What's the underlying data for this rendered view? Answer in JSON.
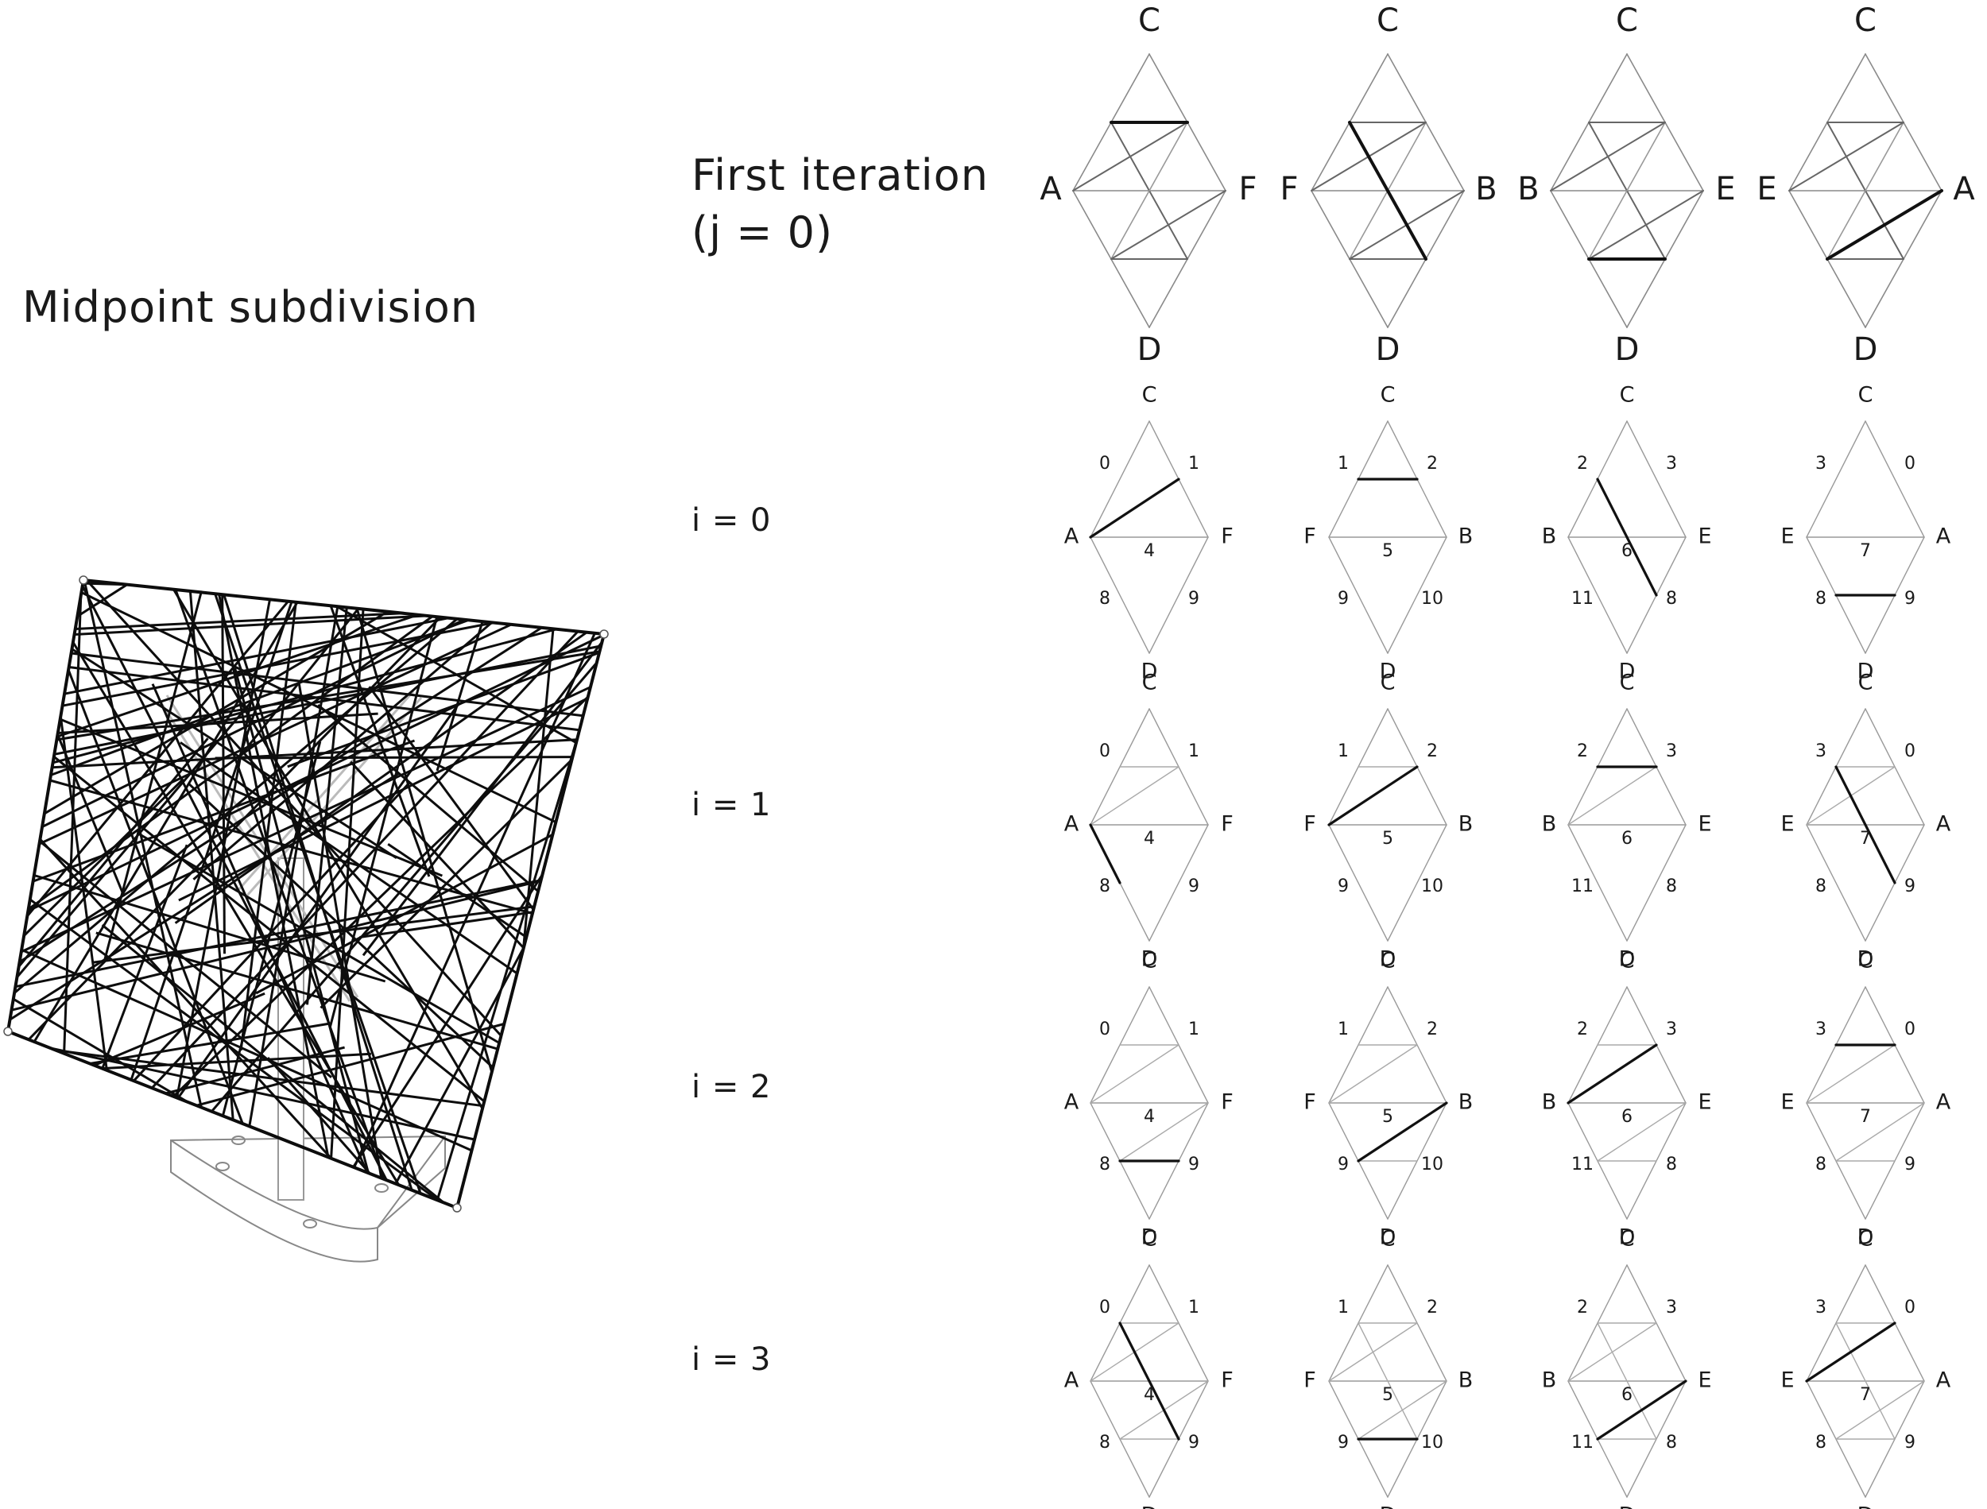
{
  "title": "Midpoint subdivision",
  "first_iteration": {
    "line1": "First iteration",
    "line2": "(j = 0)",
    "rhombi": [
      {
        "top": "C",
        "left": "A",
        "right": "F",
        "bottom": "D"
      },
      {
        "top": "C",
        "left": "F",
        "right": "B",
        "bottom": "D"
      },
      {
        "top": "C",
        "left": "B",
        "right": "E",
        "bottom": "D"
      },
      {
        "top": "C",
        "left": "E",
        "right": "A",
        "bottom": "D"
      }
    ]
  },
  "rows": [
    {
      "label": "i = 0"
    },
    {
      "label": "i = 1"
    },
    {
      "label": "i = 2"
    },
    {
      "label": "i = 3"
    }
  ],
  "small_rhombi": [
    {
      "top": "C",
      "left": "A",
      "right": "F",
      "bottom": "D",
      "tl": "0",
      "tr": "1",
      "center": "4",
      "bl": "8",
      "br": "9"
    },
    {
      "top": "C",
      "left": "F",
      "right": "B",
      "bottom": "D",
      "tl": "1",
      "tr": "2",
      "center": "5",
      "bl": "9",
      "br": "10"
    },
    {
      "top": "C",
      "left": "B",
      "right": "E",
      "bottom": "D",
      "tl": "2",
      "tr": "3",
      "center": "6",
      "bl": "11",
      "br": "8"
    },
    {
      "top": "C",
      "left": "E",
      "right": "A",
      "bottom": "D",
      "tl": "3",
      "tr": "0",
      "center": "7",
      "bl": "8",
      "br": "9"
    }
  ]
}
